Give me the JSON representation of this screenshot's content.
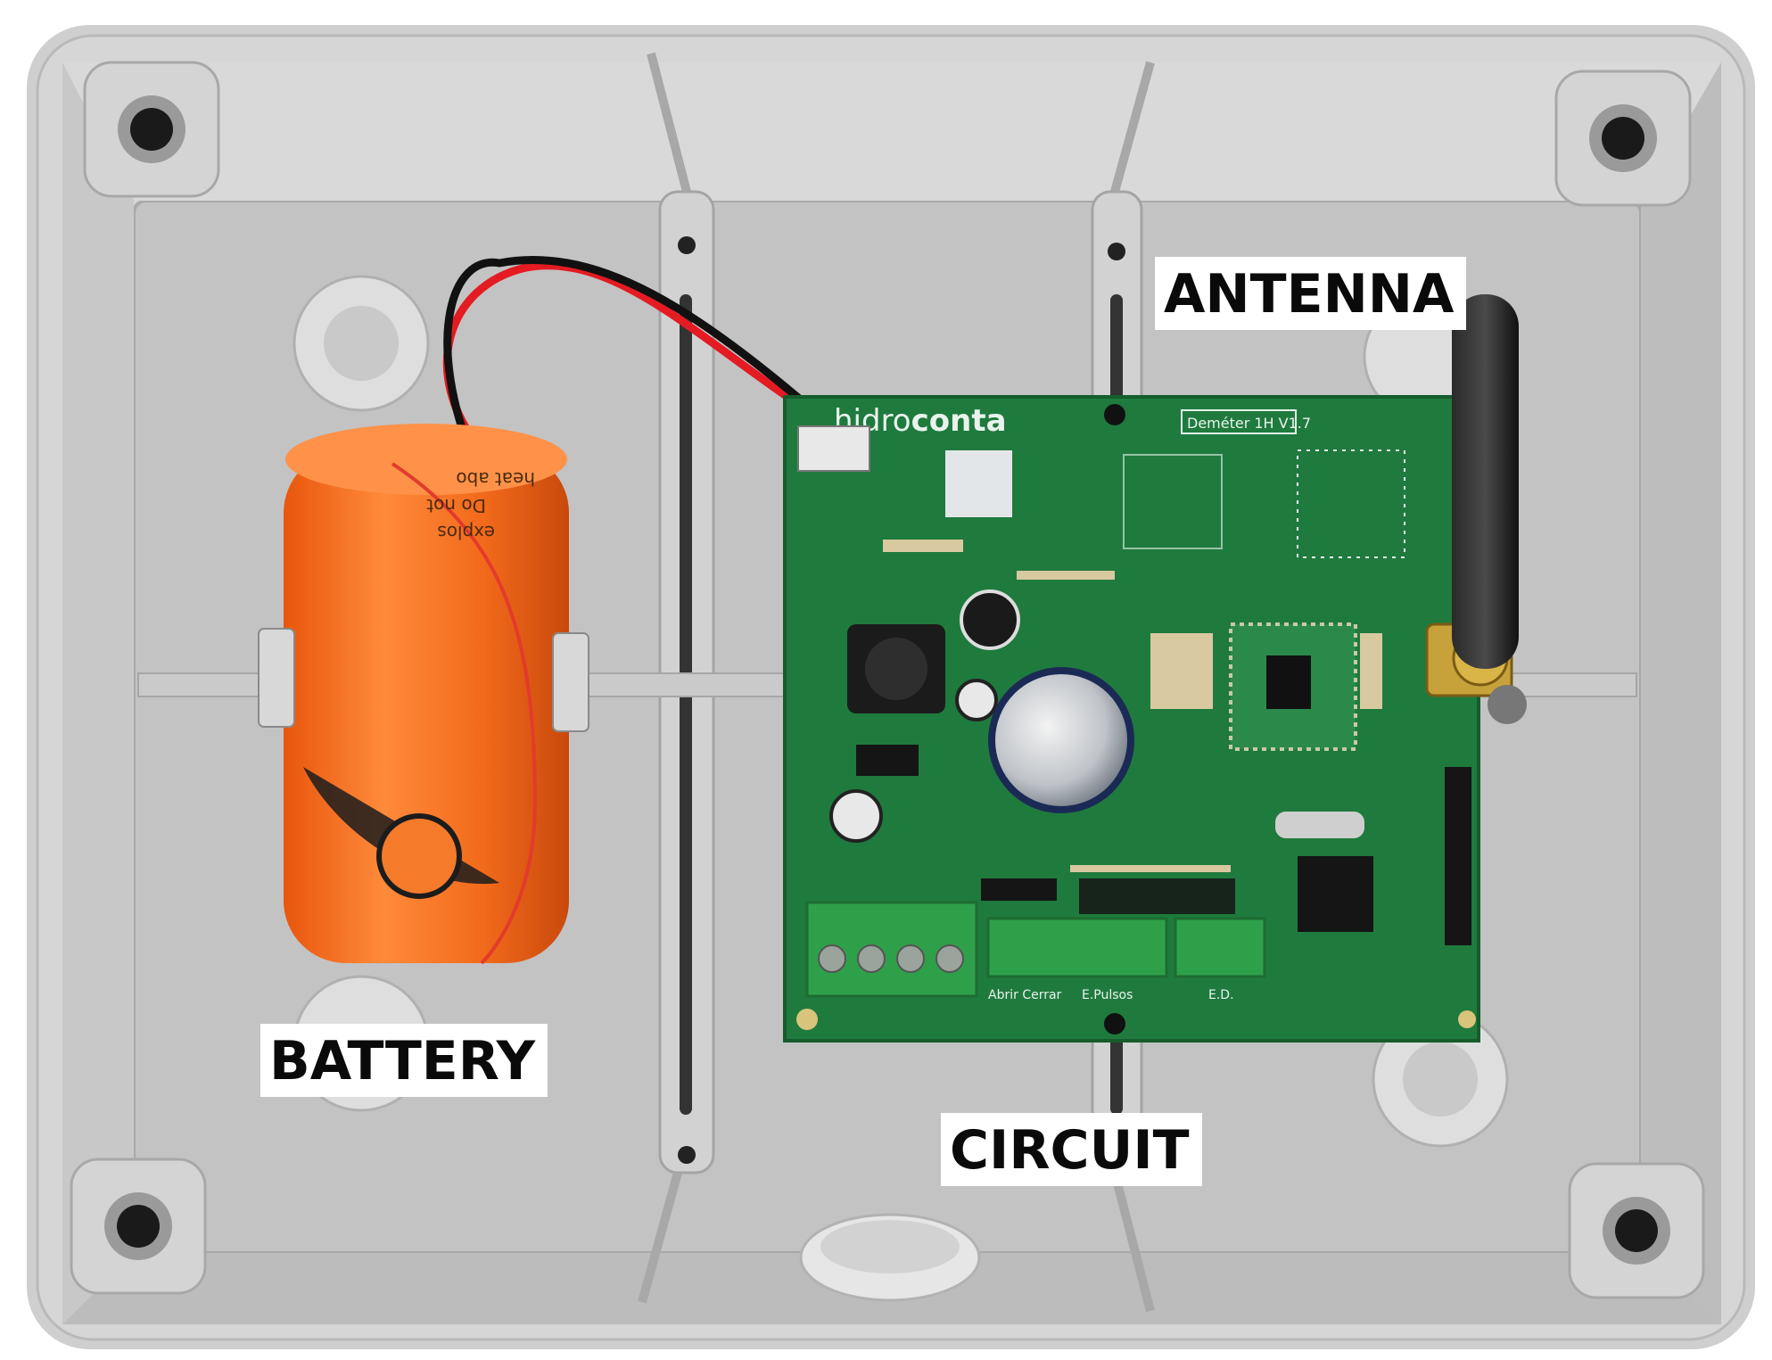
{
  "photo": {
    "callouts": {
      "battery": "BATTERY",
      "antenna": "ANTENNA",
      "circuit": "CIRCUIT"
    },
    "board": {
      "brand_light": "hidro",
      "brand_bold": "conta",
      "model": "Deméter 1H V1.7",
      "terminal_labels": [
        "Abrir Cerrar",
        "E.Pulsos",
        "E.D."
      ]
    },
    "battery_cell": {
      "print_lines": [
        "Do not",
        "explos",
        "heat abo"
      ]
    },
    "colors": {
      "enclosure": "#c9c9c9",
      "board": "#1f7a3e",
      "battery": "#f26a1b",
      "terminal_blocks": "#2fa04a",
      "antenna": "#1a1a1a"
    }
  }
}
